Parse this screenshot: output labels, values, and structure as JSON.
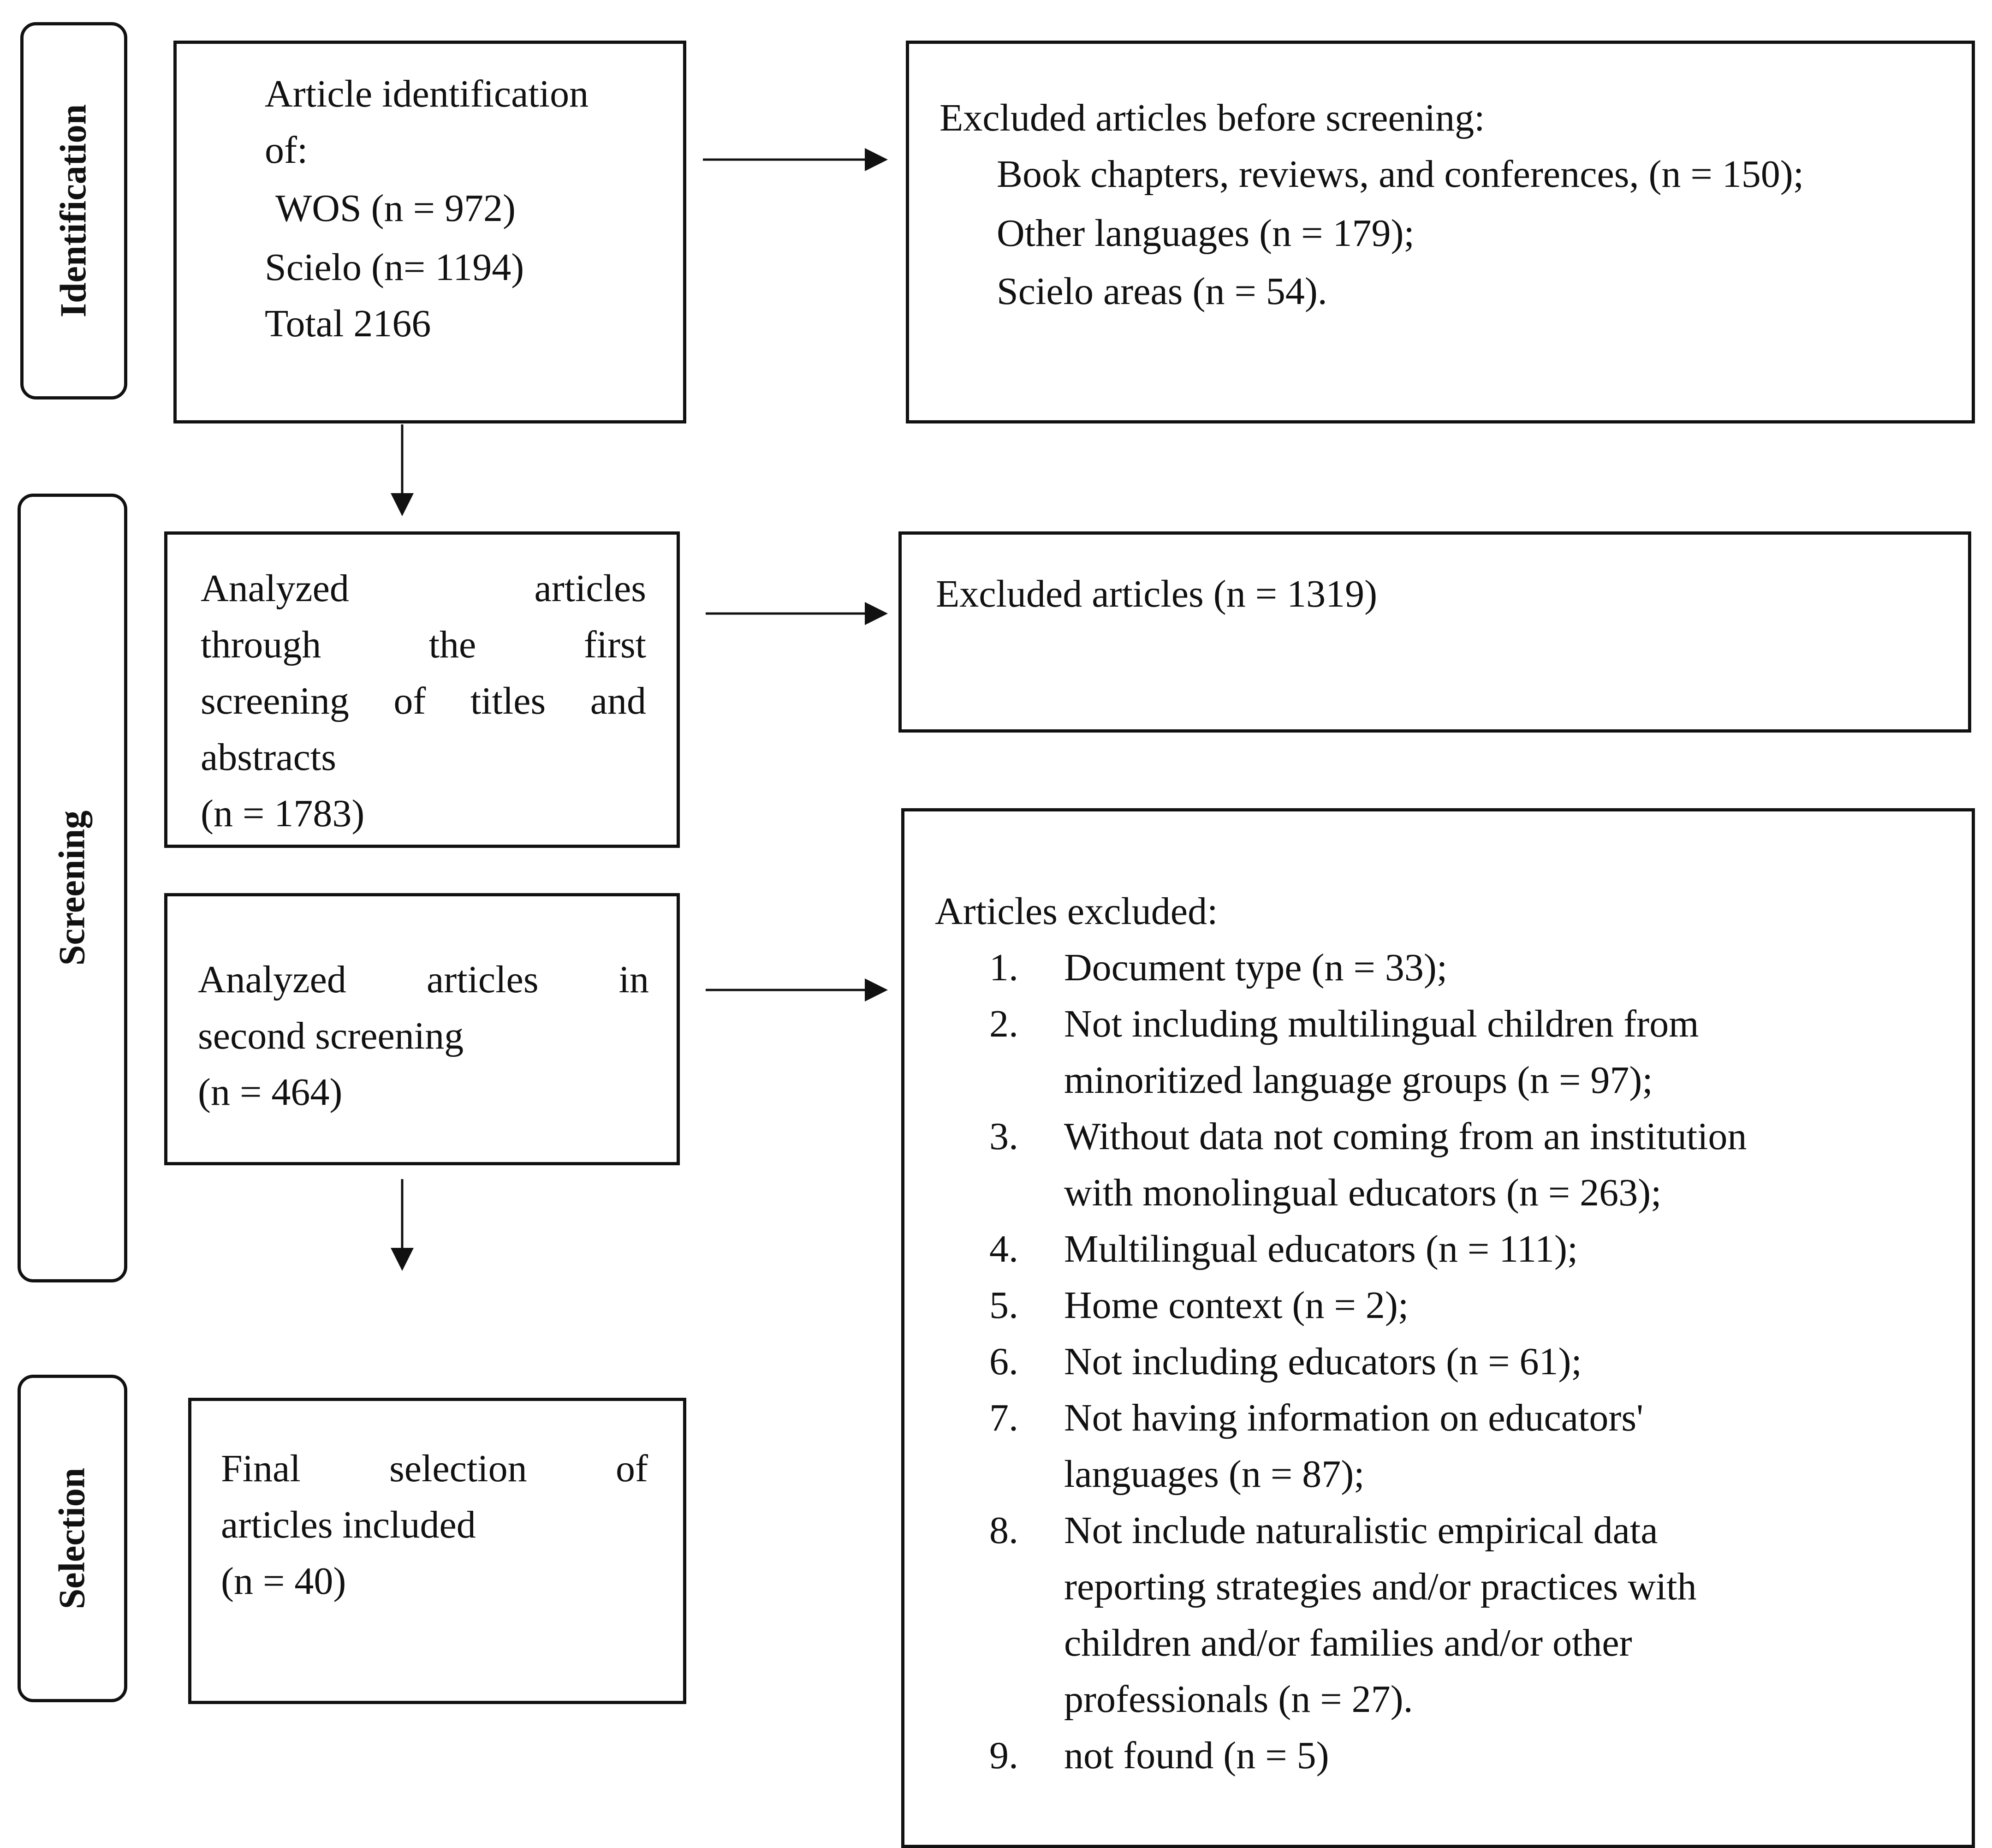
{
  "stages": {
    "identification": "Identification",
    "screening": "Screening",
    "selection": "Selection"
  },
  "identification_box": {
    "line1": "Article identification",
    "line2": "of:",
    "line3": "WOS (n = 972)",
    "line4": "Scielo (n= 1194)",
    "line5": "Total 2166"
  },
  "excluded_before": {
    "heading": "Excluded articles before screening:",
    "items": [
      "Book chapters, reviews, and conferences, (n = 150);",
      "Other languages (n = 179);",
      "Scielo areas (n = 54)."
    ]
  },
  "first_screening": {
    "line1_a": "Analyzed",
    "line1_b": "articles",
    "line2_a": "through",
    "line2_b": "the",
    "line2_c": "first",
    "line3": "screening of titles and",
    "line4": "abstracts",
    "line5": "(n = 1783)"
  },
  "excluded_first": {
    "text": "Excluded articles (n = 1319)"
  },
  "second_screening": {
    "line1_a": "Analyzed",
    "line1_b": "articles",
    "line1_c": "in",
    "line2": "second screening",
    "line3": "(n = 464)"
  },
  "excluded_second": {
    "heading": "Articles excluded:",
    "items": [
      {
        "num": "1.",
        "lines": [
          "Document type (n = 33);"
        ]
      },
      {
        "num": "2.",
        "lines": [
          "Not including multilingual children from",
          "minoritized language groups (n = 97);"
        ]
      },
      {
        "num": "3.",
        "lines": [
          "Without data not coming from an institution",
          "with monolingual educators (n = 263);"
        ]
      },
      {
        "num": "4.",
        "lines": [
          "Multilingual educators (n = 111);"
        ]
      },
      {
        "num": "5.",
        "lines": [
          "Home context (n = 2);"
        ]
      },
      {
        "num": "6.",
        "lines": [
          "Not including educators (n = 61);"
        ]
      },
      {
        "num": "7.",
        "lines": [
          "Not having information on educators'",
          "languages (n = 87);"
        ]
      },
      {
        "num": "8.",
        "lines": [
          "Not include naturalistic empirical data",
          "reporting strategies and/or practices with",
          "children and/or families and/or other",
          "professionals (n = 27)."
        ]
      },
      {
        "num": "9.",
        "lines": [
          "not found (n = 5)"
        ]
      }
    ]
  },
  "final_selection": {
    "line1_a": "Final",
    "line1_b": "selection",
    "line1_c": "of",
    "line2": "articles included",
    "line3": "(n = 40)"
  }
}
